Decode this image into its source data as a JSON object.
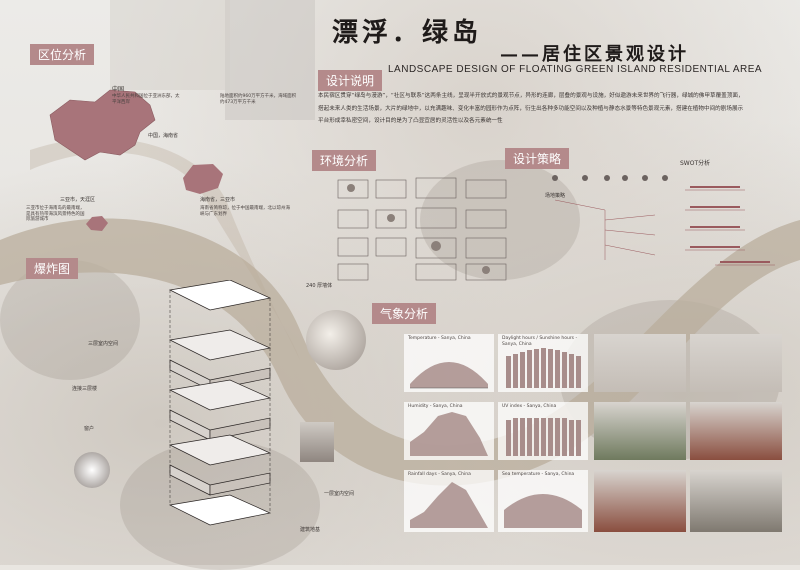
{
  "title": {
    "main": "漂浮．绿岛",
    "sub": "——居住区景观设计",
    "english": "LANDSCAPE DESIGN OF FLOATING GREEN ISLAND RESIDENTIAL AREA"
  },
  "sections": {
    "location": "区位分析",
    "design_note": "设计说明",
    "environment": "环境分析",
    "strategy": "设计策略",
    "explode": "爆炸图",
    "climate": "气象分析"
  },
  "design_text": "本民宿区贯穿“绿岛与漫游”，“社区与联系”这两条主线，呈现半开放式的景观节点，异形的连廊，层叠的景观与设施，好似遨游未来世界的飞行器，绿城的佛甲草覆盖顶面，搭起未来人类的生活场景，大片的绿地中，以充满趣味、变化丰富的园形作为点阵，衍生出各种多功能空间以及种植与静态水景等特色景观元素，搭建在植物中间的剧场展示平台形成幸私密空间，设计目的是为了凸显宜居的灵活性以及各元素统一性",
  "location_labels": {
    "china": "中国",
    "hainan": "中国，海南省",
    "hainan_city": "海南省，三亚市",
    "sanya": "三亚市，天涯区"
  },
  "swot": "SWOT分析",
  "strategy_label": "场地策略",
  "explode_labels": {
    "roof": "240 厚墙体",
    "layer3": "三层室内空间",
    "stairs": "连接三层楼",
    "window": "窗户",
    "layer1": "一层室内空间",
    "base": "建筑地基"
  },
  "climate_charts": [
    {
      "title": "Temperature - Sanya, China"
    },
    {
      "title": "Daylight hours / Sunshine hours - Sanya, China"
    },
    {
      "title": "UV index - Sanya, China"
    },
    {
      "title": "Humidity - Sanya, China"
    },
    {
      "title": "Rainfall days - Sanya, China"
    },
    {
      "title": "Sea temperature - Sanya, China"
    }
  ],
  "colors": {
    "accent": "#b48a8b",
    "band": "#b9ad9c",
    "map": "#a8747a"
  }
}
